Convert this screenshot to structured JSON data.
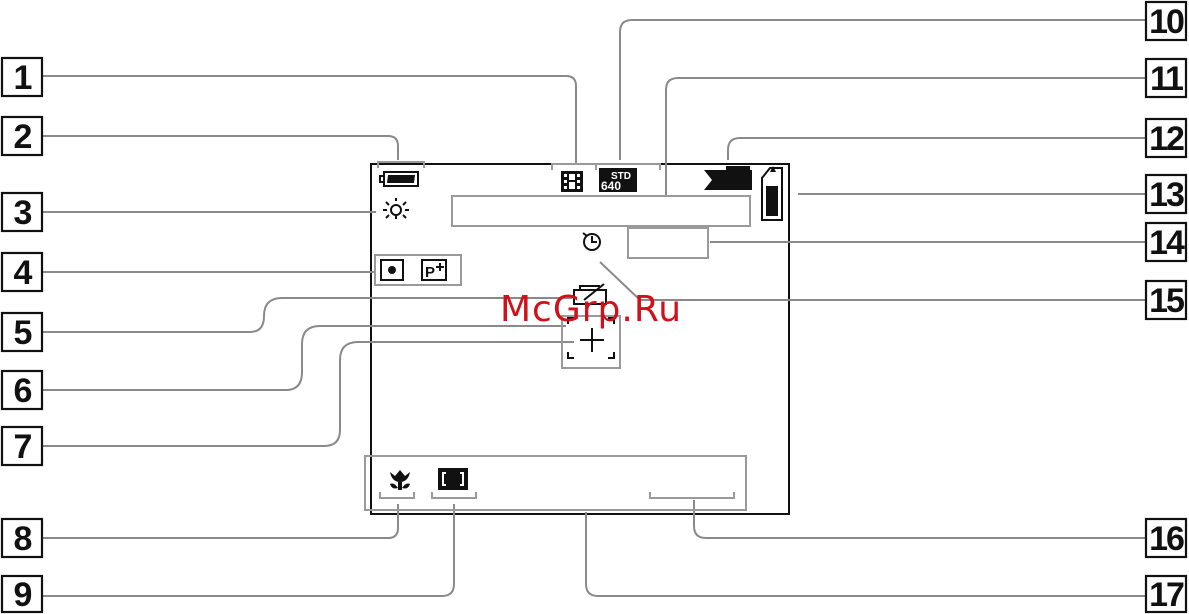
{
  "callouts": [
    {
      "num": "1"
    },
    {
      "num": "2"
    },
    {
      "num": "3"
    },
    {
      "num": "4"
    },
    {
      "num": "5"
    },
    {
      "num": "6"
    },
    {
      "num": "7"
    },
    {
      "num": "8"
    },
    {
      "num": "9"
    },
    {
      "num": "10"
    },
    {
      "num": "11"
    },
    {
      "num": "12"
    },
    {
      "num": "13"
    },
    {
      "num": "14"
    },
    {
      "num": "15"
    },
    {
      "num": "16"
    },
    {
      "num": "17"
    }
  ],
  "icons": {
    "image_size_top": "STD",
    "image_size_bottom": "640",
    "picture_effect": "P"
  },
  "watermark": "McGrp.Ru",
  "colors": {
    "watermark": "#d0101a",
    "lines": "#8a8a8a",
    "ink": "#111111"
  }
}
